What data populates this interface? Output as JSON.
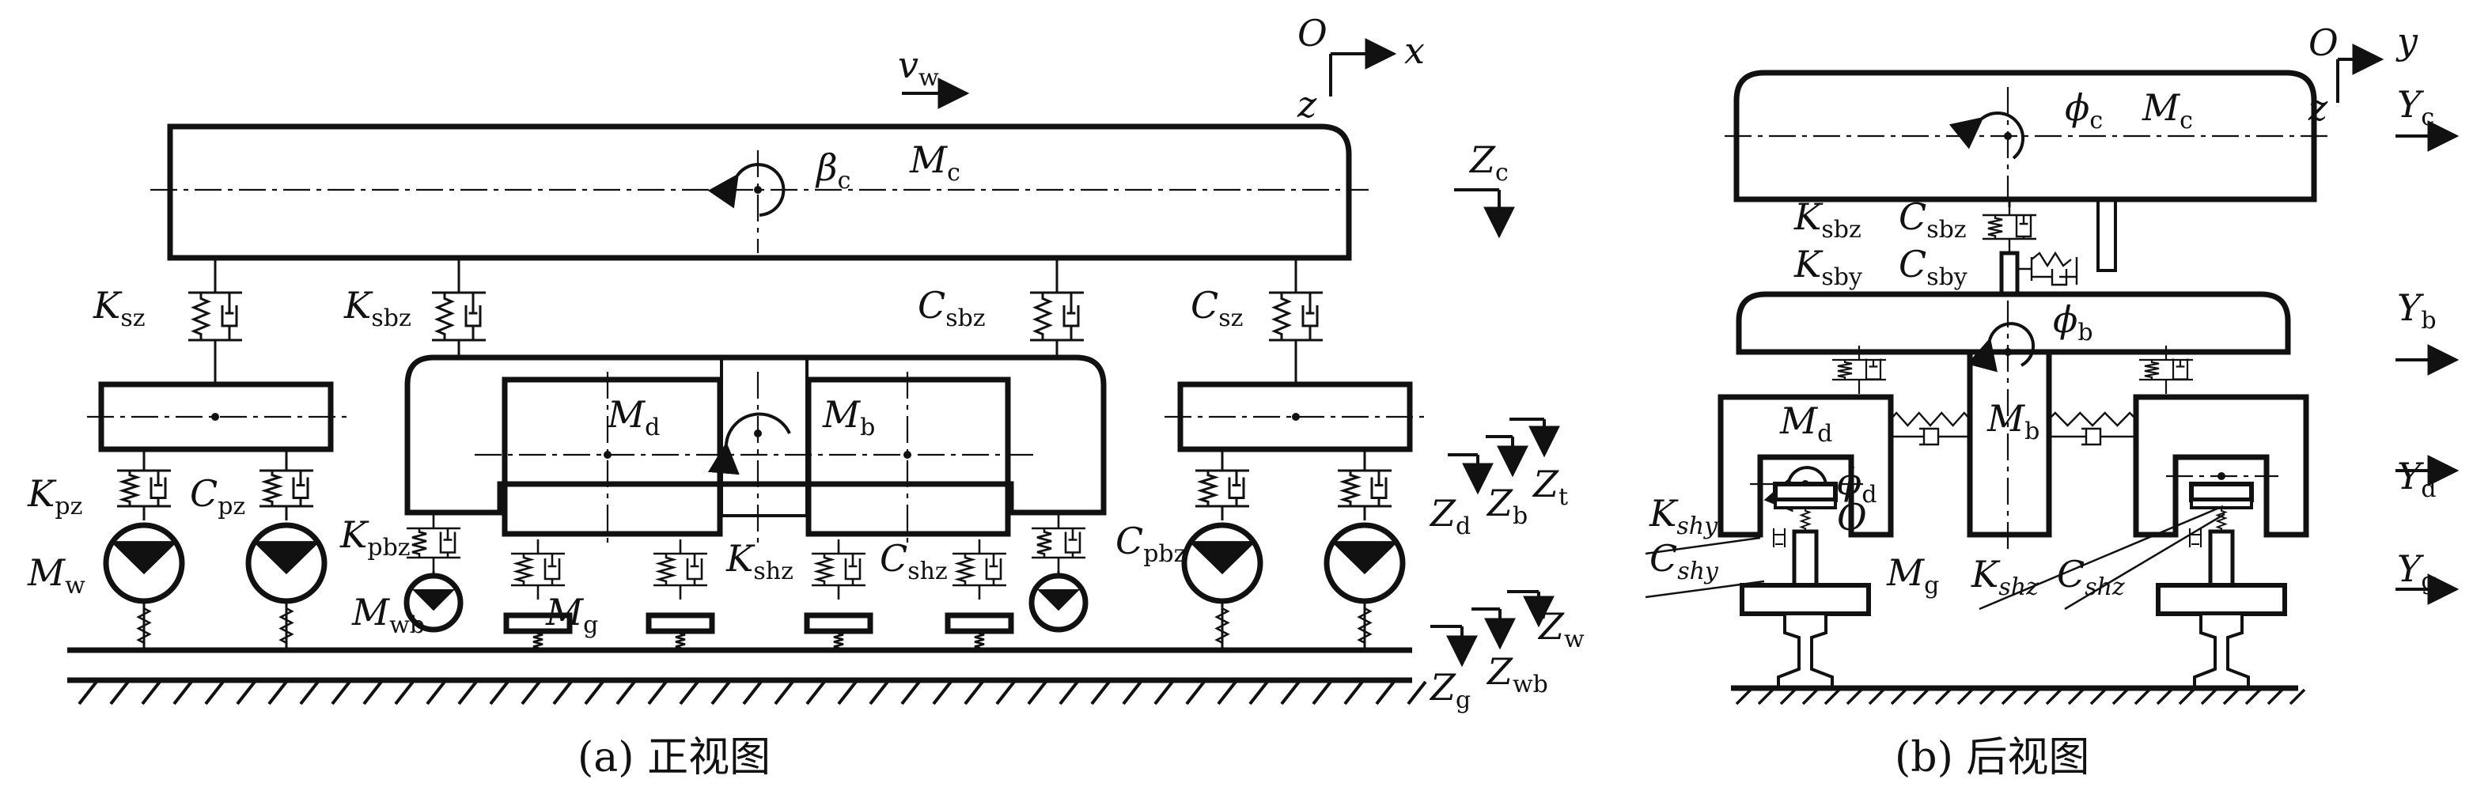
{
  "front_view": {
    "caption": "(a) 正视图",
    "axis": {
      "origin": "O",
      "x": "x",
      "z": "z"
    },
    "velocity": {
      "sym": "v",
      "sub": "w"
    },
    "labels": {
      "Mc": {
        "sym": "M",
        "sub": "c"
      },
      "beta_c": {
        "sym": "β",
        "sub": "c"
      },
      "Zc": {
        "sym": "Z",
        "sub": "c"
      },
      "Ksz": {
        "sym": "K",
        "sub": "sz"
      },
      "Csz": {
        "sym": "C",
        "sub": "sz"
      },
      "Ksbz": {
        "sym": "K",
        "sub": "sbz"
      },
      "Csbz": {
        "sym": "C",
        "sub": "sbz"
      },
      "Md": {
        "sym": "M",
        "sub": "d"
      },
      "Mb": {
        "sym": "M",
        "sub": "b"
      },
      "Kpz": {
        "sym": "K",
        "sub": "pz"
      },
      "Cpz": {
        "sym": "C",
        "sub": "pz"
      },
      "Kpbz": {
        "sym": "K",
        "sub": "pbz"
      },
      "Cpbz": {
        "sym": "C",
        "sub": "pbz"
      },
      "Mw": {
        "sym": "M",
        "sub": "w"
      },
      "Mwb": {
        "sym": "M",
        "sub": "wb"
      },
      "Mg": {
        "sym": "M",
        "sub": "g"
      },
      "Kshz": {
        "sym": "K",
        "sub": "shz"
      },
      "Cshz": {
        "sym": "C",
        "sub": "shz"
      },
      "Zd": {
        "sym": "Z",
        "sub": "d"
      },
      "Zb": {
        "sym": "Z",
        "sub": "b"
      },
      "Zt": {
        "sym": "Z",
        "sub": "t"
      },
      "Zw": {
        "sym": "Z",
        "sub": "w"
      },
      "Zwb": {
        "sym": "Z",
        "sub": "wb"
      },
      "Zg": {
        "sym": "Z",
        "sub": "g"
      }
    }
  },
  "rear_view": {
    "caption": "(b) 后视图",
    "axis": {
      "origin": "O",
      "y": "y",
      "z": "z"
    },
    "labels": {
      "phi_c": {
        "sym": "ϕ",
        "sub": "c"
      },
      "Mc": {
        "sym": "M",
        "sub": "c"
      },
      "Yc": {
        "sym": "Y",
        "sub": "c"
      },
      "Ksbz": {
        "sym": "K",
        "sub": "sbz"
      },
      "Csbz": {
        "sym": "C",
        "sub": "sbz"
      },
      "Ksby": {
        "sym": "K",
        "sub": "sby"
      },
      "Csby": {
        "sym": "C",
        "sub": "sby"
      },
      "phi_b": {
        "sym": "ϕ",
        "sub": "b"
      },
      "Yb": {
        "sym": "Y",
        "sub": "b"
      },
      "Md": {
        "sym": "M",
        "sub": "d"
      },
      "Mb": {
        "sym": "M",
        "sub": "b"
      },
      "phi_d": {
        "sym": "ϕ",
        "sub": "d"
      },
      "O": "O",
      "Yd": {
        "sym": "Y",
        "sub": "d"
      },
      "Kshy": {
        "sym": "K",
        "sub": "shy"
      },
      "Cshy": {
        "sym": "C",
        "sub": "shy"
      },
      "Mg": {
        "sym": "M",
        "sub": "g"
      },
      "Kshz": {
        "sym": "K",
        "sub": "shz"
      },
      "Cshz": {
        "sym": "C",
        "sub": "shz"
      },
      "Yg": {
        "sym": "Y",
        "sub": "g"
      }
    }
  }
}
